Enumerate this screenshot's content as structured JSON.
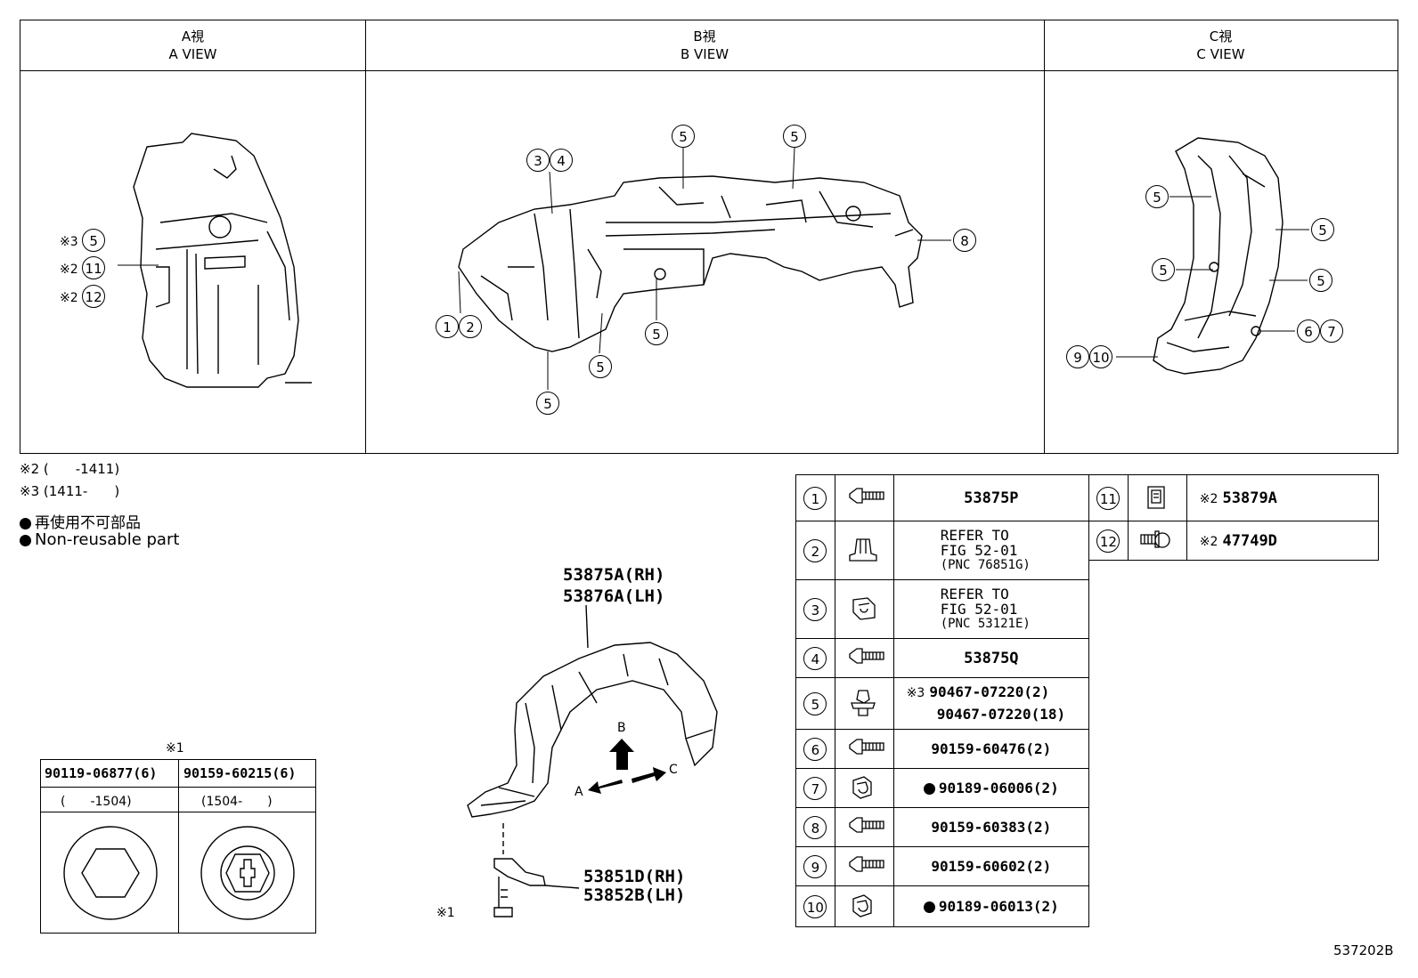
{
  "views": [
    {
      "jp": "A視",
      "en": "A VIEW"
    },
    {
      "jp": "B視",
      "en": "B VIEW"
    },
    {
      "jp": "C視",
      "en": "C VIEW"
    }
  ],
  "notes": {
    "n2": "※2 (　　-1411)",
    "n3": "※3 (1411-　　)",
    "jp_nonreusable": "再使用不可部品",
    "en_nonreusable": "Non-reusable part"
  },
  "callouts": {
    "a_view": [
      {
        "mark": "※3",
        "num": "5"
      },
      {
        "mark": "※2",
        "num": "11"
      },
      {
        "mark": "※2",
        "num": "12"
      }
    ],
    "b_view": [
      "1",
      "2",
      "3",
      "4",
      "5",
      "8"
    ],
    "c_view": [
      "5",
      "6",
      "7",
      "9",
      "10"
    ]
  },
  "main_part": {
    "rh": "53875A(RH)",
    "lh": "53876A(LH)",
    "bracket_rh": "53851D(RH)",
    "bracket_lh": "53852B(LH)",
    "screw_mark": "※1",
    "arrow_b": "B",
    "arrow_a": "A",
    "arrow_c": "C"
  },
  "screw_table": {
    "mark": "※1",
    "col1_part": "90119-06877(6)",
    "col2_part": "90159-60215(6)",
    "col1_range": "(　　-1504)",
    "col2_range": "(1504-　　)"
  },
  "parts_table": [
    {
      "num": "1",
      "icon": "screw-icon",
      "part": "53875P"
    },
    {
      "num": "2",
      "icon": "clip-icon",
      "ref": [
        "REFER TO",
        "FIG 52-01",
        "(PNC 76851G)"
      ]
    },
    {
      "num": "3",
      "icon": "nut-clip-icon",
      "ref": [
        "REFER TO",
        "FIG 52-01",
        "(PNC 53121E)"
      ]
    },
    {
      "num": "4",
      "icon": "screw-icon",
      "part": "53875Q"
    },
    {
      "num": "5",
      "icon": "push-clip-icon",
      "mark": "※3",
      "part": "90467-07220(2)",
      "part2": "90467-07220(18)"
    },
    {
      "num": "6",
      "icon": "screw-icon",
      "part": "90159-60476(2)"
    },
    {
      "num": "7",
      "icon": "nut-icon",
      "part": "90189-06006(2)",
      "nonreusable": true
    },
    {
      "num": "8",
      "icon": "screw-icon",
      "part": "90159-60383(2)"
    },
    {
      "num": "9",
      "icon": "screw-icon",
      "part": "90159-60602(2)"
    },
    {
      "num": "10",
      "icon": "nut-icon",
      "part": "90189-06013(2)",
      "nonreusable": true
    }
  ],
  "parts_table_2": [
    {
      "num": "11",
      "icon": "clip-nut-icon",
      "mark": "※2",
      "part": "53879A"
    },
    {
      "num": "12",
      "icon": "screw-grommet-icon",
      "mark": "※2",
      "part": "47749D"
    }
  ],
  "figure_id": "537202B"
}
